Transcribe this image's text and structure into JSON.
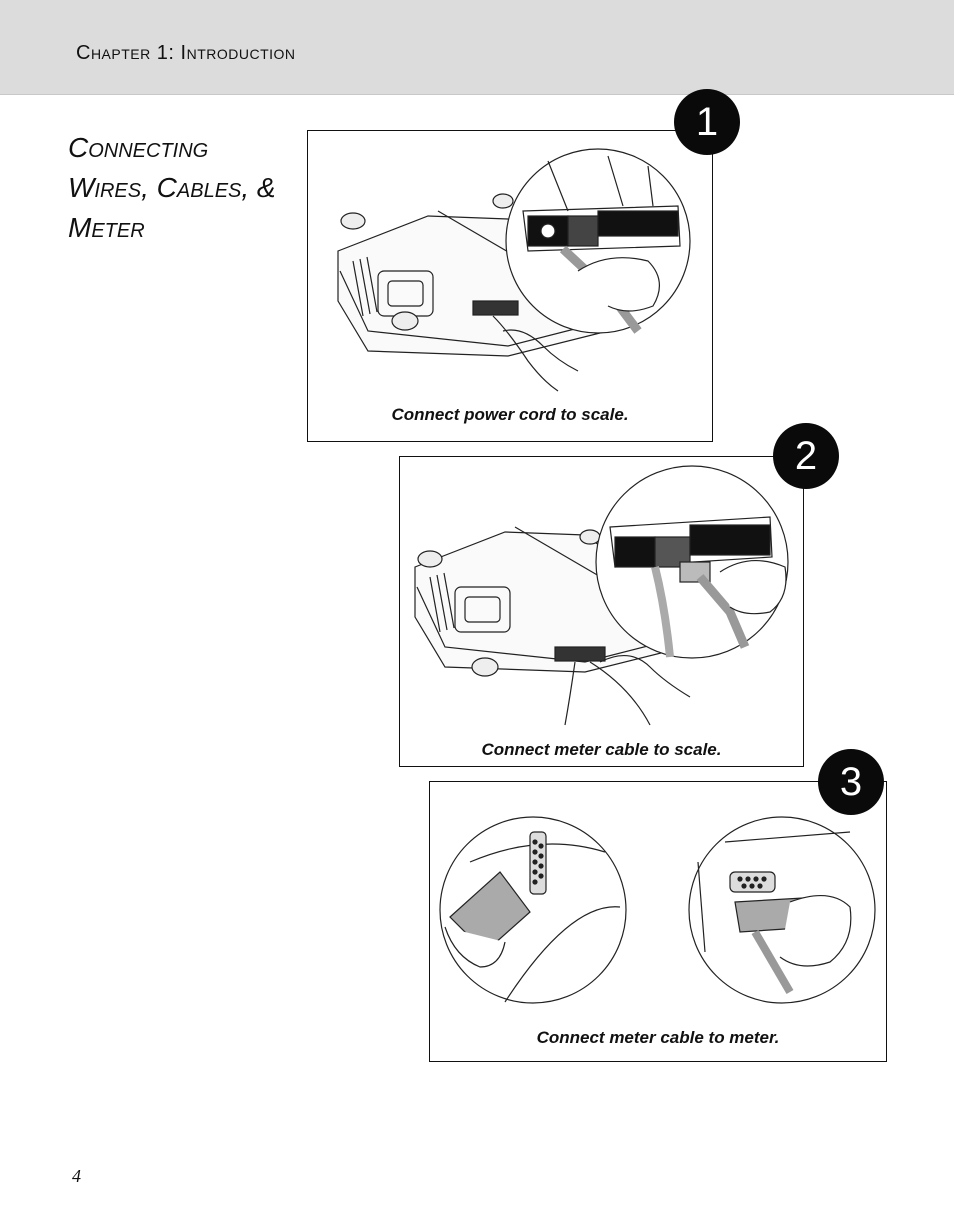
{
  "header": {
    "chapter": "Chapter 1: Introduction"
  },
  "section": {
    "title_lines": [
      "Connecting",
      "Wires, Cables, &",
      "Meter"
    ]
  },
  "steps": [
    {
      "number": "1",
      "caption": "Connect power cord to scale."
    },
    {
      "number": "2",
      "caption": "Connect meter cable to scale."
    },
    {
      "number": "3",
      "caption": "Connect meter cable to meter."
    }
  ],
  "footer": {
    "page_number": "4"
  }
}
